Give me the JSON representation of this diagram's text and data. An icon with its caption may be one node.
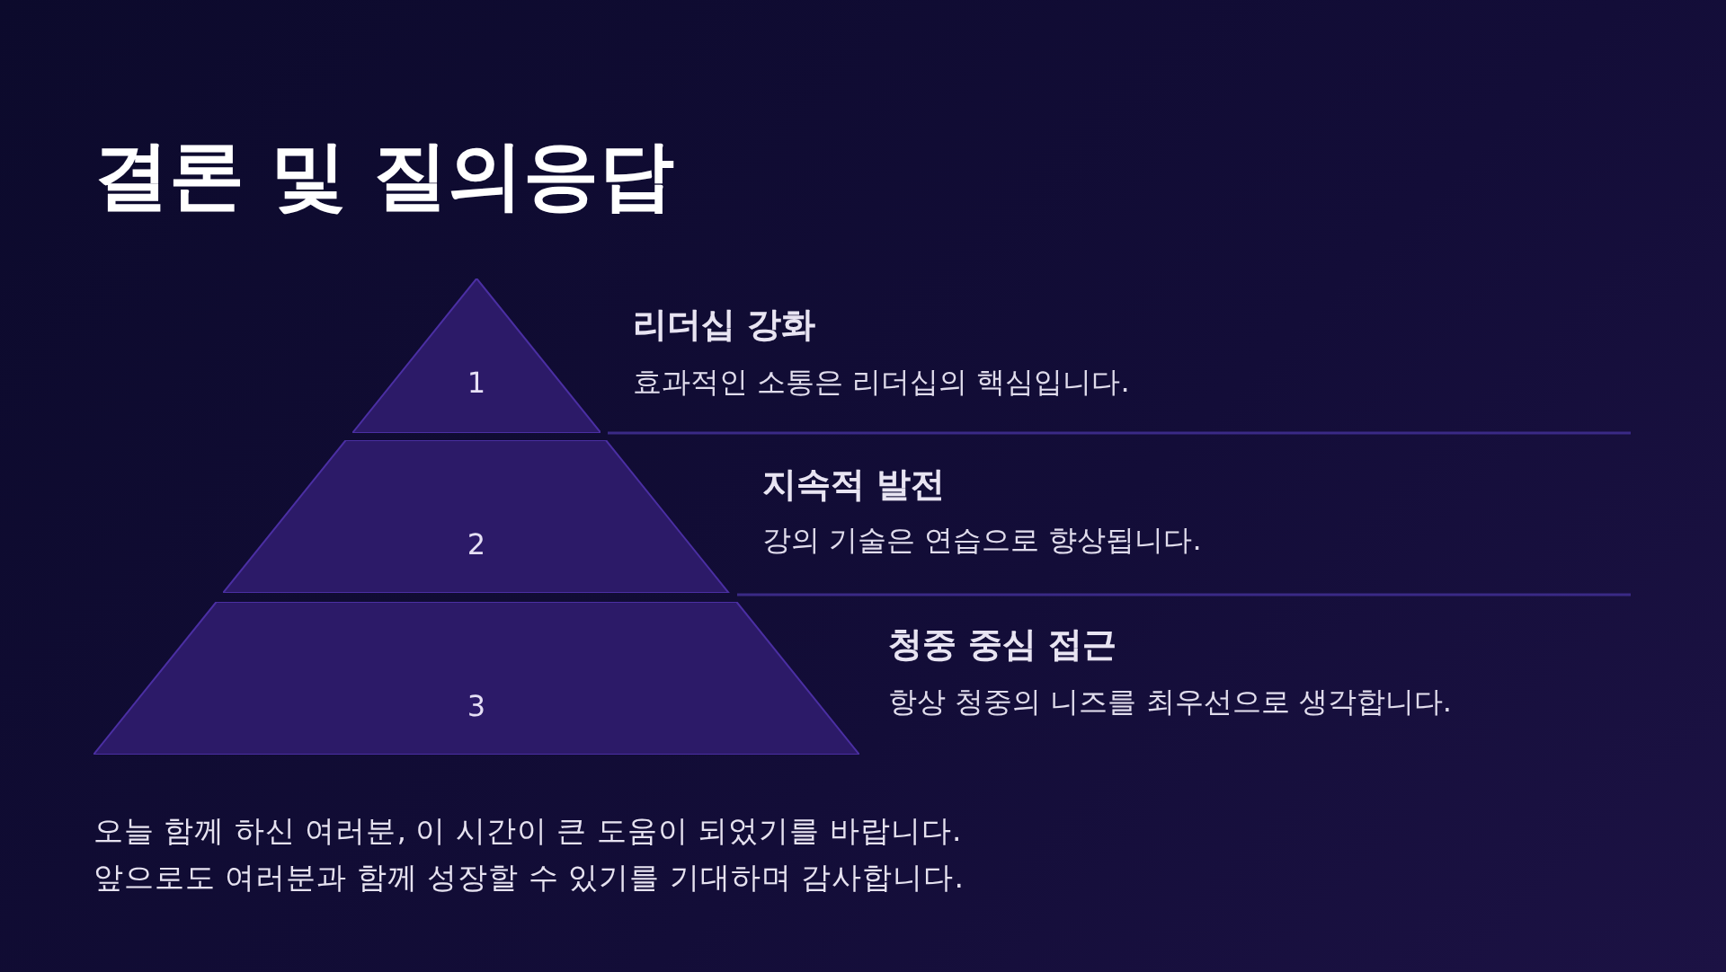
{
  "diagram": {
    "title": "결론 및 질의응답",
    "nodes": [
      {
        "text": [
          "1"
        ],
        "beside": [
          "리더십 강화",
          "효과적인 소통은 리더십의 핵심입니다."
        ]
      },
      {
        "text": [
          "2"
        ],
        "beside": [
          "지속적 발전",
          "강의 기술은 연습으로 향상됩니다."
        ]
      },
      {
        "text": [
          "3"
        ],
        "beside": [
          "청중 중심 접근",
          "항상 청중의 니즈를 최우선으로 생각합니다."
        ]
      }
    ],
    "labels": [
      "오늘 함께 하신 여러분, 이 시간이 큰 도움이 되었기를 바랍니다.",
      "앞으로도 여러분과 함께 성장할 수 있기를 기대하며 감사합니다."
    ]
  }
}
